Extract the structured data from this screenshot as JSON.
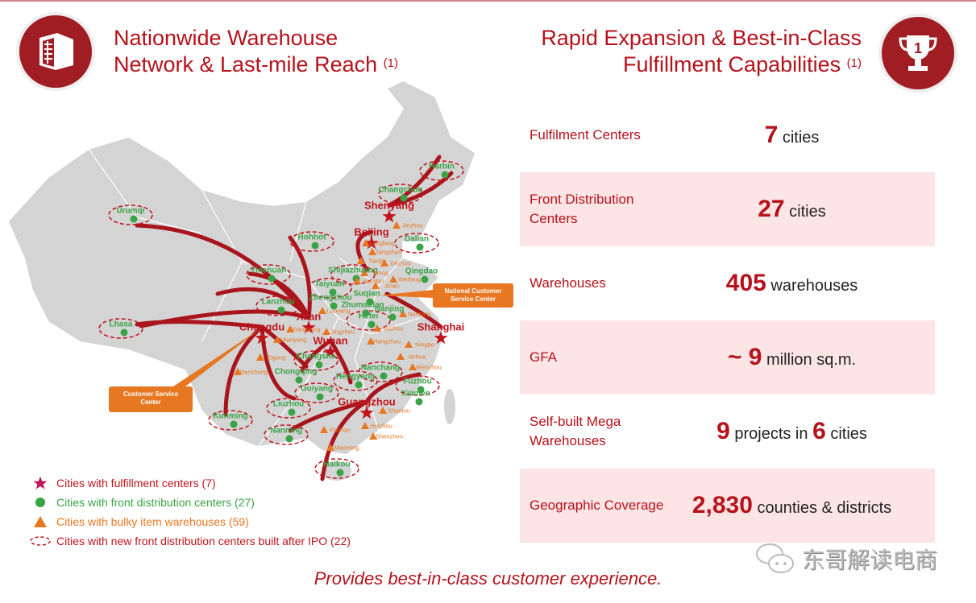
{
  "left_header": {
    "title_line1": "Nationwide Warehouse",
    "title_line2": "Network & Last-mile Reach",
    "footnote": "(1)",
    "icon": "warehouse-icon"
  },
  "right_header": {
    "title_line1": "Rapid Expansion & Best-in-Class",
    "title_line2": "Fulfillment Capabilities",
    "footnote": "(1)",
    "icon": "trophy-icon",
    "badge_number": "1"
  },
  "colors": {
    "brand_red": "#b5121b",
    "green": "#3aa346",
    "orange": "#e87722",
    "pink_row": "#fde5e6",
    "map_gray": "#d4d4d4"
  },
  "map": {
    "callouts": {
      "national": "National Customer Service Center",
      "regional": "Customer Service Center"
    },
    "cities": [
      {
        "name": "Harbin",
        "kind": "dc",
        "new": true
      },
      {
        "name": "Changchun",
        "kind": "dc",
        "new": true
      },
      {
        "name": "Shenyang",
        "kind": "fc"
      },
      {
        "name": "Jinzhou",
        "kind": "bw"
      },
      {
        "name": "Dalian",
        "kind": "dc",
        "new": true
      },
      {
        "name": "Beijing",
        "kind": "fc"
      },
      {
        "name": "Langfang",
        "kind": "bw"
      },
      {
        "name": "Tangshan",
        "kind": "bw"
      },
      {
        "name": "Tianjin",
        "kind": "bw"
      },
      {
        "name": "Hohhot",
        "kind": "dc",
        "new": true
      },
      {
        "name": "Urumqi",
        "kind": "dc",
        "new": true
      },
      {
        "name": "Yinchuan",
        "kind": "dc",
        "new": true
      },
      {
        "name": "Lanzhou",
        "kind": "dc",
        "new": true
      },
      {
        "name": "Xi'an",
        "kind": "fc"
      },
      {
        "name": "Taiyuan",
        "kind": "dc",
        "new": true
      },
      {
        "name": "Shijiazhuang",
        "kind": "dc",
        "new": true
      },
      {
        "name": "Dezhou",
        "kind": "bw"
      },
      {
        "name": "Qingdao",
        "kind": "dc"
      },
      {
        "name": "Weifang",
        "kind": "bw"
      },
      {
        "name": "Handan",
        "kind": "bw"
      },
      {
        "name": "Jinan",
        "kind": "bw"
      },
      {
        "name": "Jining",
        "kind": "bw"
      },
      {
        "name": "Zhengzhou",
        "kind": "dc"
      },
      {
        "name": "Luoyang",
        "kind": "bw"
      },
      {
        "name": "Zhumadian",
        "kind": "dc"
      },
      {
        "name": "Suqian",
        "kind": "dc"
      },
      {
        "name": "Nanjing",
        "kind": "dc"
      },
      {
        "name": "Hefei",
        "kind": "dc",
        "new": true
      },
      {
        "name": "Nantong",
        "kind": "bw"
      },
      {
        "name": "Suzhou",
        "kind": "bw"
      },
      {
        "name": "Shanghai",
        "kind": "fc"
      },
      {
        "name": "Hangzhou",
        "kind": "bw"
      },
      {
        "name": "Ningbo",
        "kind": "bw"
      },
      {
        "name": "Lhasa",
        "kind": "dc",
        "new": true
      },
      {
        "name": "Chengdu",
        "kind": "fc"
      },
      {
        "name": "Xiangyang",
        "kind": "bw"
      },
      {
        "name": "Jingzhou",
        "kind": "bw"
      },
      {
        "name": "Mianyang",
        "kind": "bw"
      },
      {
        "name": "Wuhan",
        "kind": "fc"
      },
      {
        "name": "Zigong",
        "kind": "bw"
      },
      {
        "name": "Nanchong",
        "kind": "bw"
      },
      {
        "name": "Changsha",
        "kind": "dc",
        "new": true
      },
      {
        "name": "Chongqing",
        "kind": "dc"
      },
      {
        "name": "Nanchang",
        "kind": "dc",
        "new": true
      },
      {
        "name": "Jinhua",
        "kind": "bw"
      },
      {
        "name": "Wenzhou",
        "kind": "bw"
      },
      {
        "name": "Hengyang",
        "kind": "dc",
        "new": true
      },
      {
        "name": "Fuzhou",
        "kind": "dc",
        "new": true
      },
      {
        "name": "Xiamen",
        "kind": "dc"
      },
      {
        "name": "Guiyang",
        "kind": "dc",
        "new": true
      },
      {
        "name": "Guangzhou",
        "kind": "fc"
      },
      {
        "name": "Liuzhou",
        "kind": "dc",
        "new": true
      },
      {
        "name": "Shantou",
        "kind": "bw"
      },
      {
        "name": "Kunming",
        "kind": "dc",
        "new": true
      },
      {
        "name": "Huizhou",
        "kind": "bw"
      },
      {
        "name": "Foshan",
        "kind": "bw"
      },
      {
        "name": "Nanning",
        "kind": "dc",
        "new": true
      },
      {
        "name": "Shenzhen",
        "kind": "bw"
      },
      {
        "name": "Maoming",
        "kind": "bw"
      },
      {
        "name": "Haikou",
        "kind": "dc",
        "new": true
      }
    ]
  },
  "legend": [
    {
      "icon": "star-icon",
      "label": "Cities with fulfillment centers (7)"
    },
    {
      "icon": "green-circle-icon",
      "label": "Cities with front distribution centers (27)"
    },
    {
      "icon": "orange-triangle-icon",
      "label": "Cities with bulky item warehouses (59)"
    },
    {
      "icon": "dashed-ellipse-icon",
      "label": "Cities with new front distribution centers built after IPO (22)"
    }
  ],
  "stats": [
    {
      "label": "Fulfilment Centers",
      "value": "7",
      "unit": "cities"
    },
    {
      "label": "Front Distribution Centers",
      "value": "27",
      "unit": "cities"
    },
    {
      "label": "Warehouses",
      "value": "405",
      "unit": "warehouses"
    },
    {
      "label": "GFA",
      "value": "~ 9",
      "unit": "million sq.m."
    },
    {
      "label": "Self-built Mega Warehouses",
      "value": "9",
      "unit": "projects in",
      "value2": "6",
      "unit2": "cities"
    },
    {
      "label": "Geographic Coverage",
      "value": "2,830",
      "unit": "counties & districts"
    }
  ],
  "tagline": "Provides best-in-class customer experience.",
  "watermark": "东哥解读电商"
}
